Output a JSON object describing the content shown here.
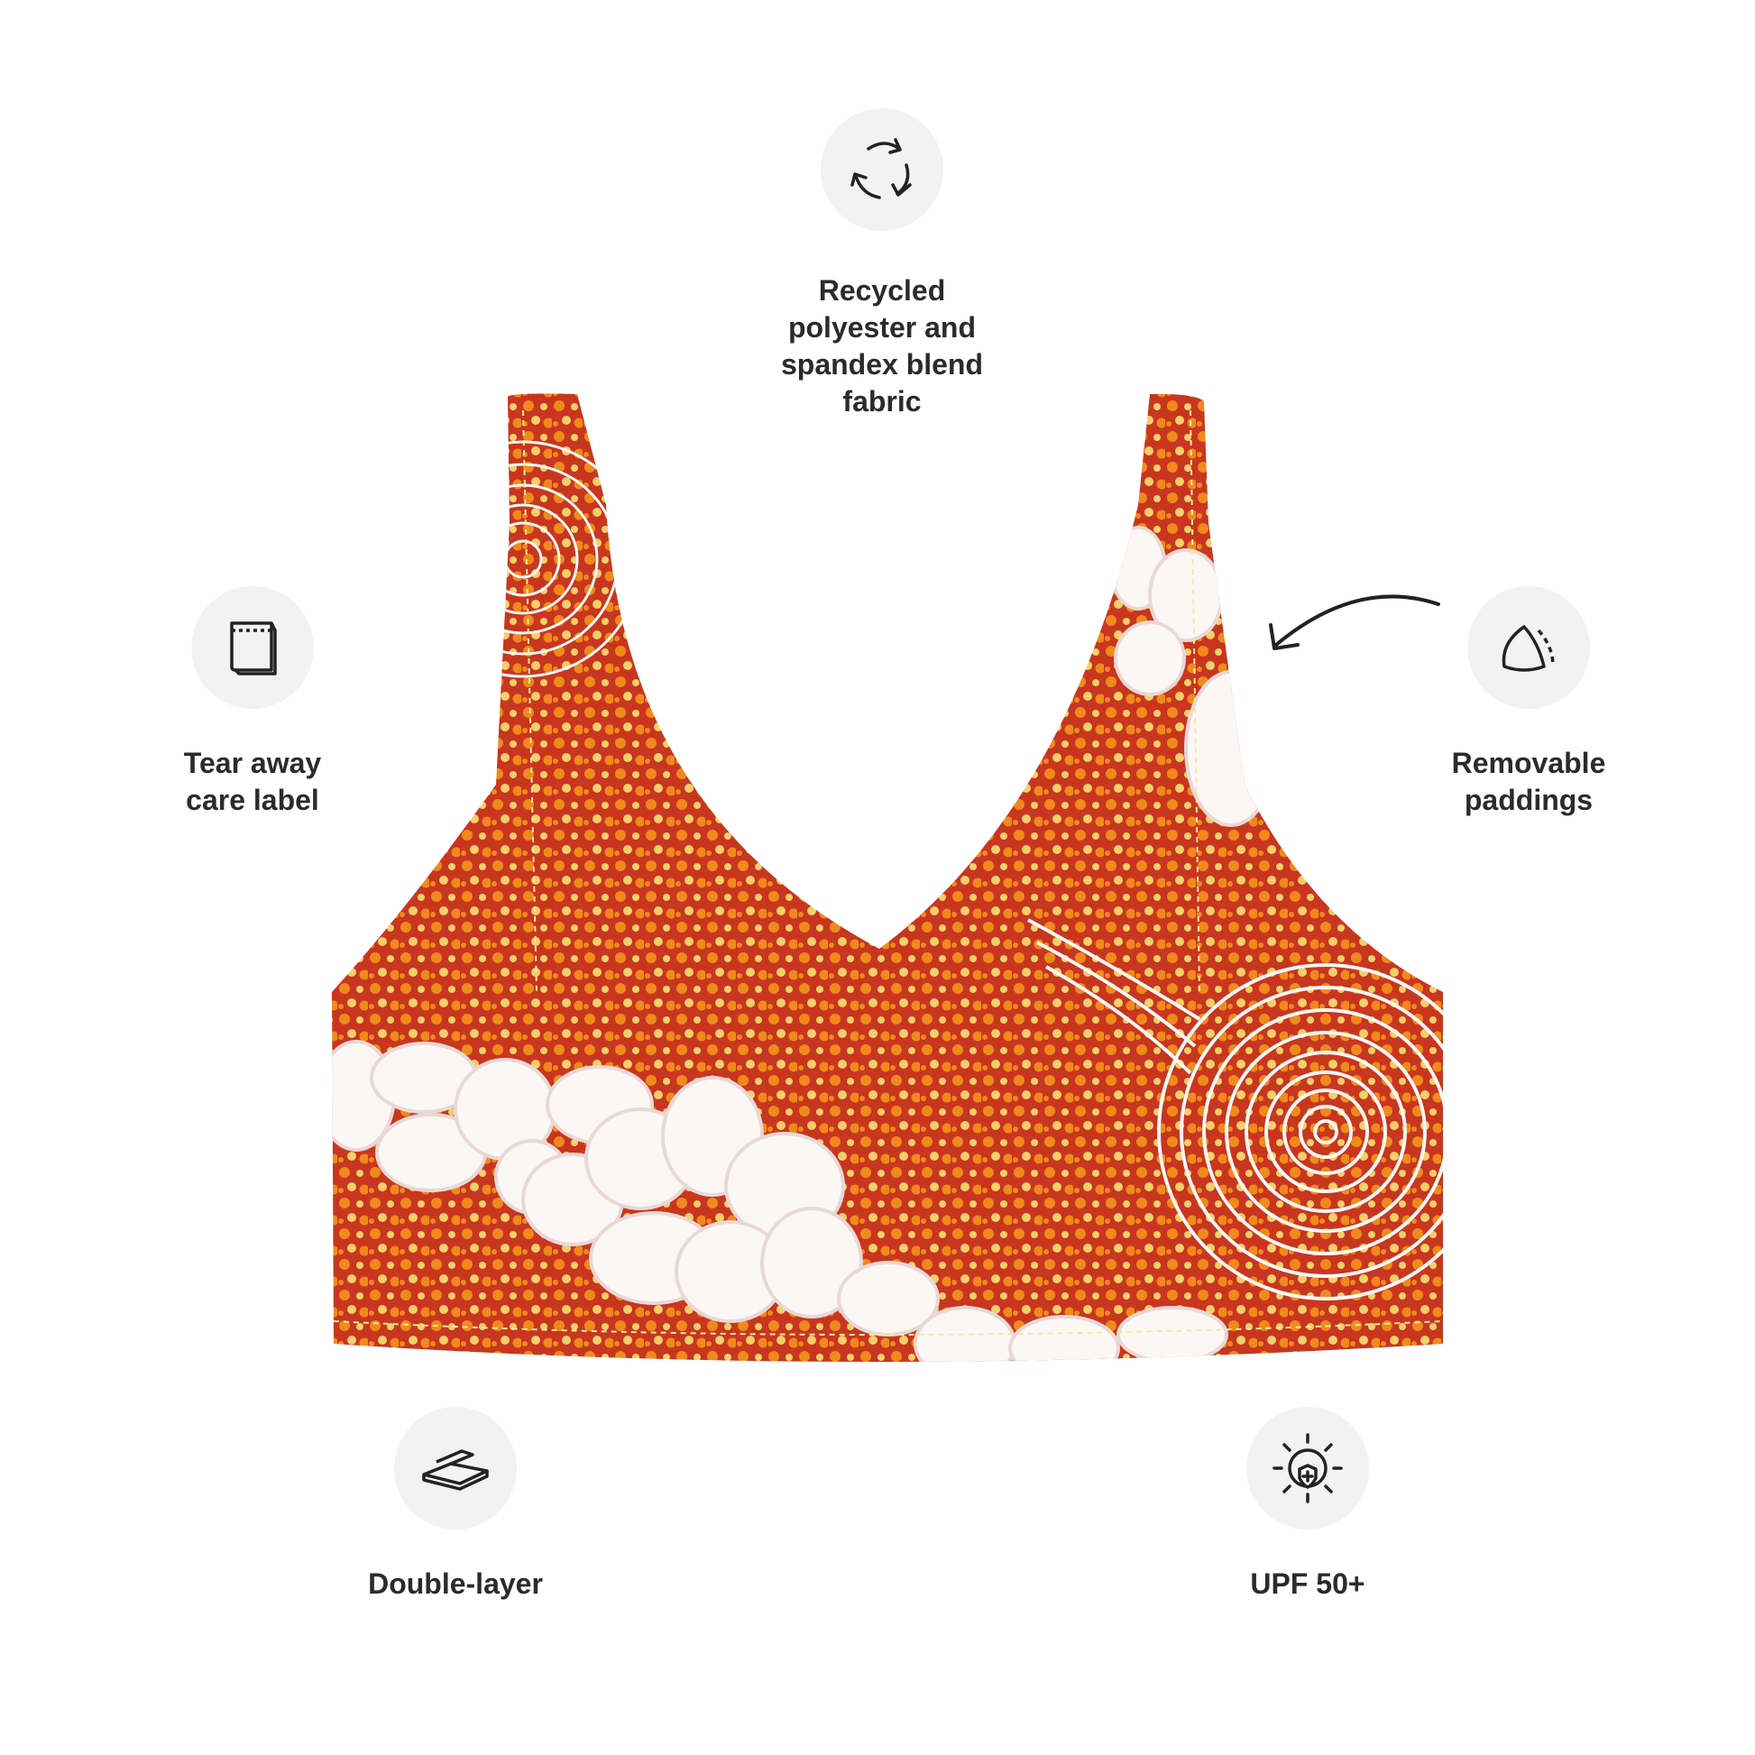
{
  "features": [
    {
      "id": "recycled",
      "icon": "recycle-icon",
      "label": "Recycled\npolyester and\nspandex blend\nfabric"
    },
    {
      "id": "tear",
      "icon": "care-label-icon",
      "label": "Tear away\ncare label"
    },
    {
      "id": "pad",
      "icon": "padding-icon",
      "label": "Removable\npaddings"
    },
    {
      "id": "double",
      "icon": "layers-icon",
      "label": "Double-layer"
    },
    {
      "id": "upf",
      "icon": "sun-shield-icon",
      "label": "UPF 50+"
    }
  ],
  "colors": {
    "fabric_base": "#c8361f",
    "dot_orange": "#f08a1c",
    "dot_yellow": "#f4cf6a",
    "stone_white": "#fbf7f5",
    "icon_stroke": "#222222",
    "icon_bg": "#f2f2f2"
  }
}
